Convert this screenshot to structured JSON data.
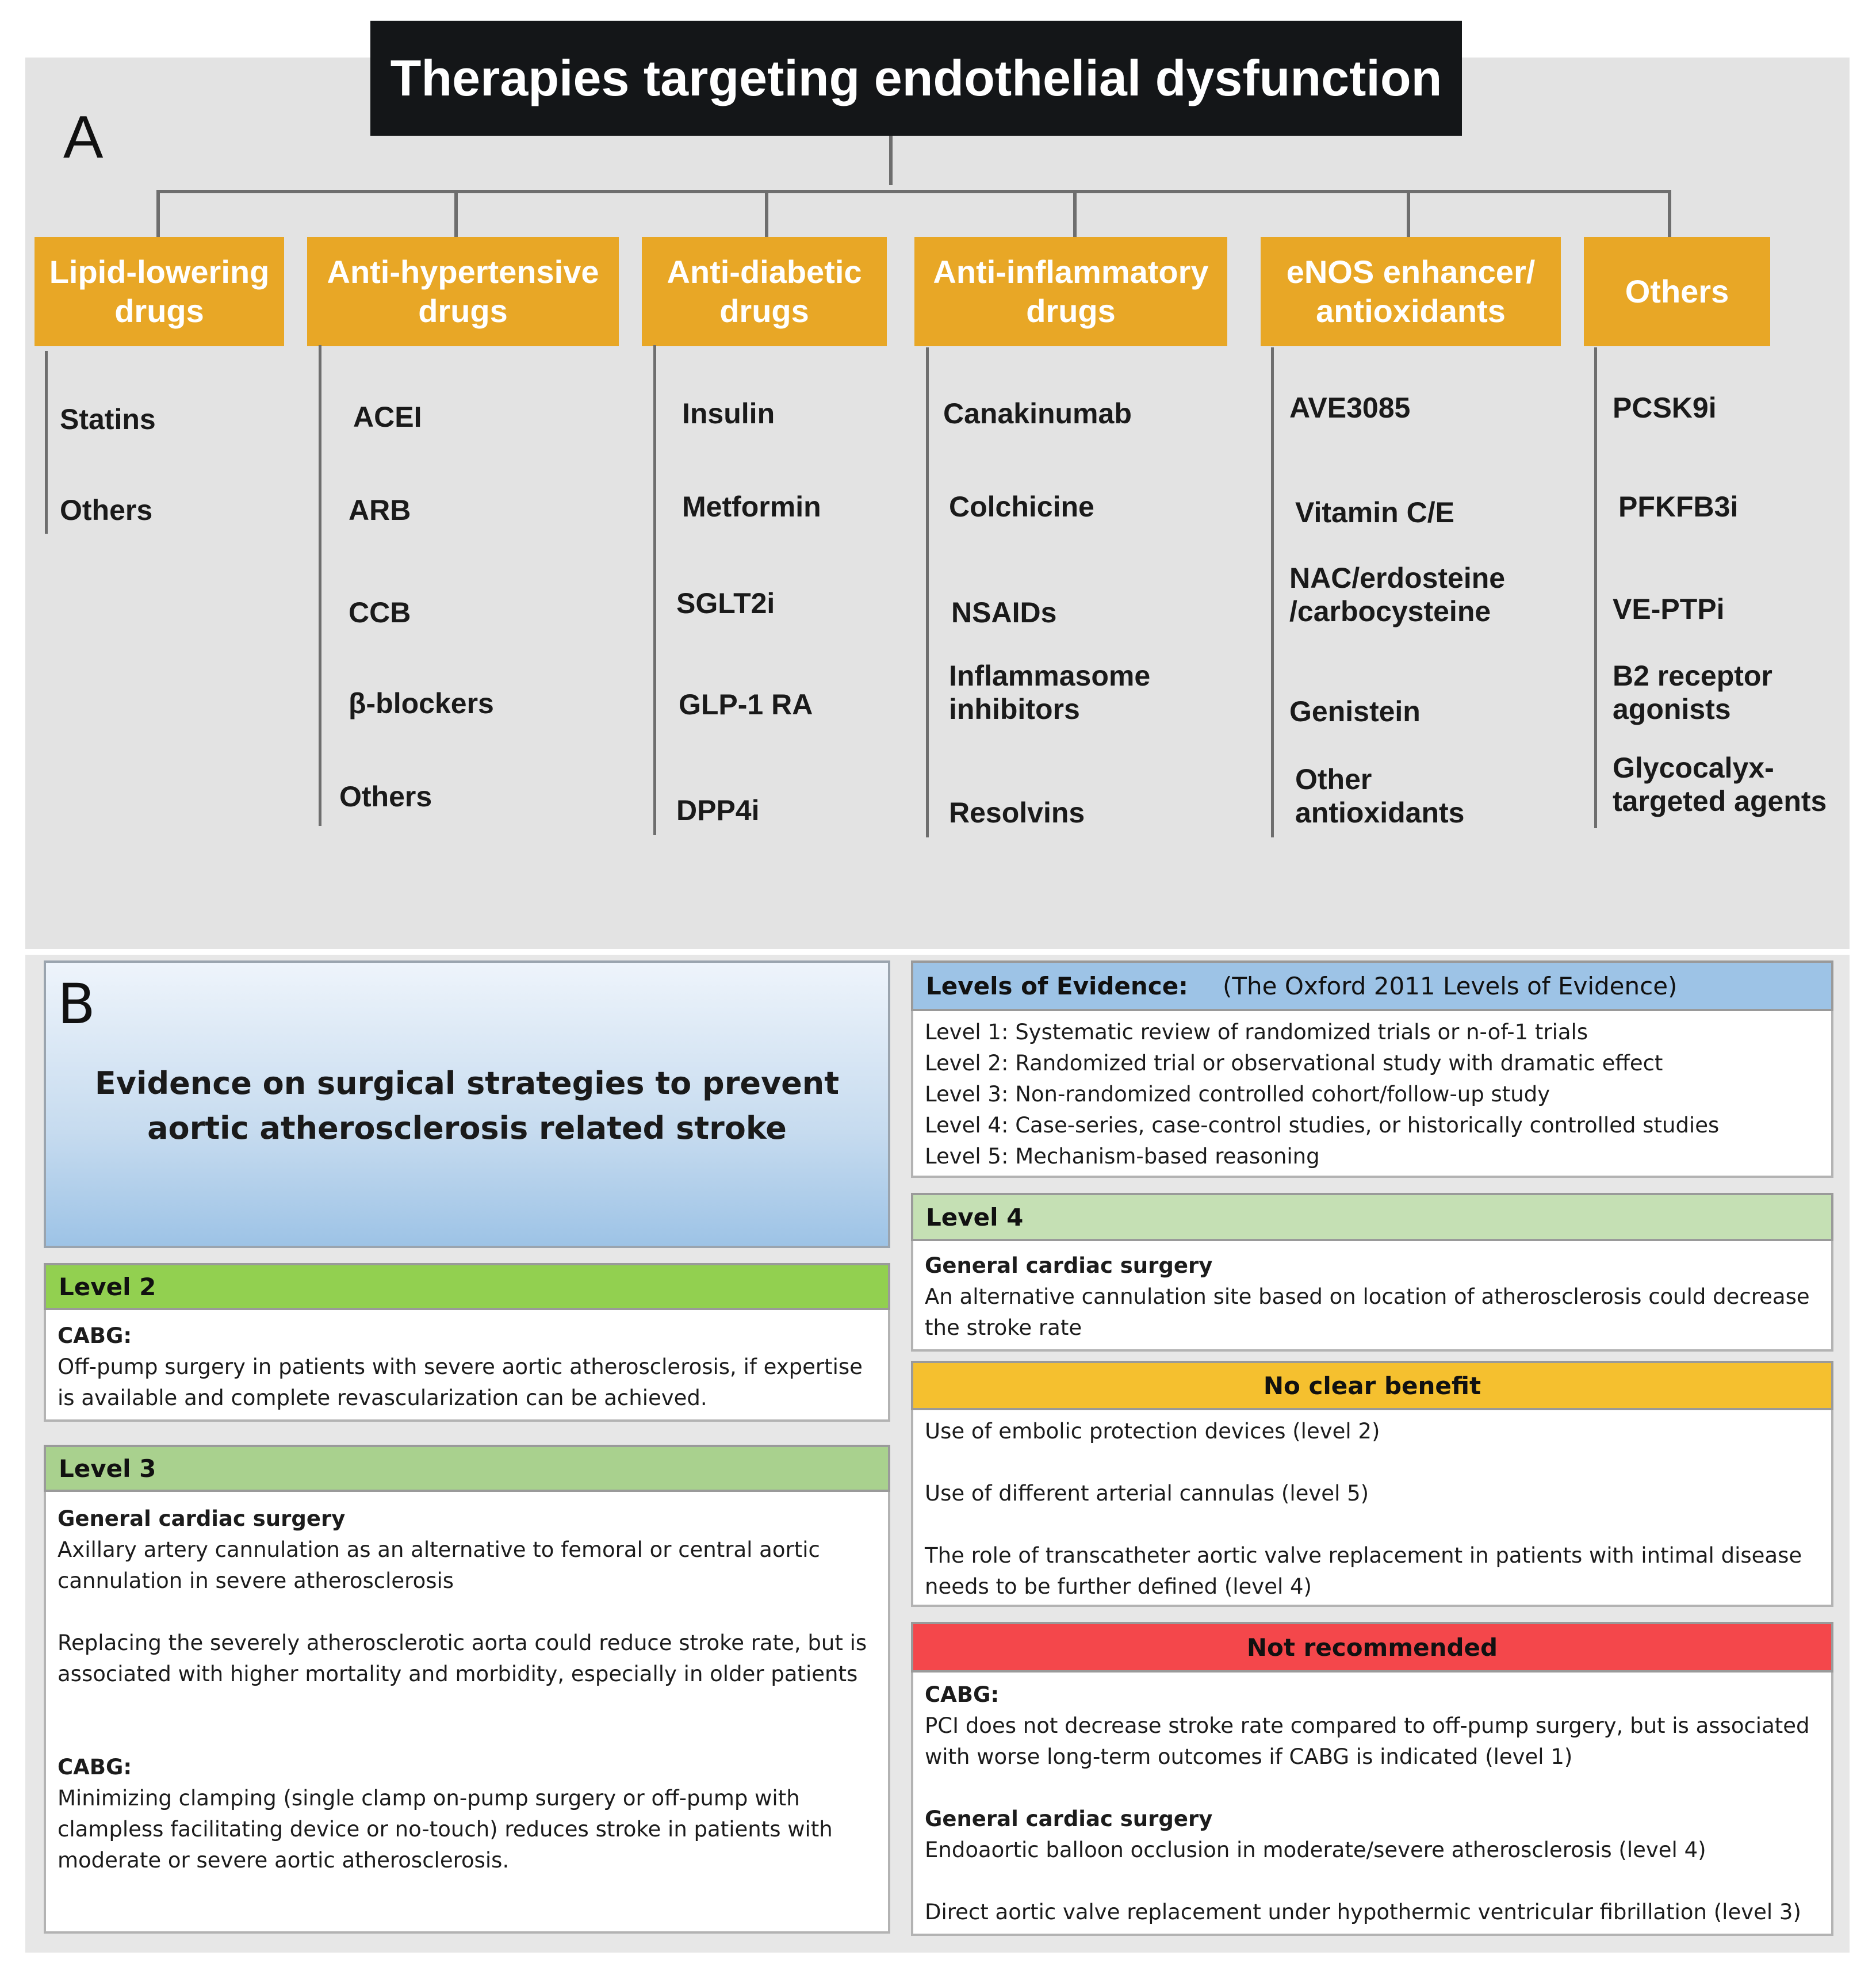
{
  "panel_a": {
    "letter": "A",
    "title": "Therapies targeting endothelial dysfunction",
    "categories": [
      {
        "label_lines": [
          "Lipid-lowering",
          "drugs"
        ],
        "items": [
          "Statins",
          "Others"
        ]
      },
      {
        "label_lines": [
          "Anti-hypertensive",
          "drugs"
        ],
        "items": [
          "ACEI",
          "ARB",
          "CCB",
          "β-blockers",
          "Others"
        ]
      },
      {
        "label_lines": [
          "Anti-diabetic",
          "drugs"
        ],
        "items": [
          "Insulin",
          "Metformin",
          "SGLT2i",
          "GLP-1 RA",
          "DPP4i"
        ]
      },
      {
        "label_lines": [
          "Anti-inflammatory",
          "drugs"
        ],
        "items": [
          "Canakinumab",
          "Colchicine",
          "NSAIDs",
          "Inflammasome\ninhibitors",
          "Resolvins"
        ]
      },
      {
        "label_lines": [
          "eNOS enhancer/",
          "antioxidants"
        ],
        "items": [
          "AVE3085",
          "Vitamin C/E",
          "NAC/erdosteine\n/carbocysteine",
          "Genistein",
          "Other\nantioxidants"
        ]
      },
      {
        "label_lines": [
          "Others"
        ],
        "items": [
          "PCSK9i",
          "PFKFB3i",
          "VE-PTPi",
          "B2 receptor\nagonists",
          "Glycocalyx-\ntargeted agents"
        ]
      }
    ]
  },
  "panel_b": {
    "letter": "B",
    "title_lines": [
      "Evidence on surgical strategies to prevent",
      "aortic atherosclerosis related stroke"
    ],
    "levels_of_evidence": {
      "heading": "Levels of Evidence:",
      "source": "(The Oxford 2011 Levels of Evidence)",
      "lines": [
        "Level 1: Systematic review of randomized trials or n-of-1 trials",
        "Level 2: Randomized trial or observational study with dramatic effect",
        "Level 3: Non-randomized controlled cohort/follow-up study",
        "Level 4: Case-series, case-control studies, or historically controlled studies",
        "Level 5: Mechanism-based reasoning"
      ]
    },
    "level2": {
      "heading": "Level 2",
      "subhead": "CABG:",
      "lines": [
        "Off-pump surgery in patients with severe aortic atherosclerosis, if expertise",
        "is available and complete revascularization can be achieved."
      ]
    },
    "level3": {
      "heading": "Level 3",
      "subhead1": "General cardiac surgery",
      "p1": [
        "Axillary artery cannulation as an alternative to femoral or central aortic",
        "cannulation in severe atherosclerosis"
      ],
      "p2": [
        "Replacing the severely atherosclerotic aorta could reduce stroke rate, but is",
        "associated with higher mortality and morbidity, especially in older patients"
      ],
      "subhead2": "CABG:",
      "p3": [
        "Minimizing clamping (single clamp on-pump surgery or off-pump with",
        "clampless facilitating device or no-touch) reduces stroke in patients with",
        "moderate or severe aortic atherosclerosis."
      ]
    },
    "level4": {
      "heading": "Level 4",
      "subhead": "General cardiac surgery",
      "lines": [
        "An alternative cannulation site based on location of atherosclerosis could decrease",
        "the stroke rate"
      ]
    },
    "no_clear_benefit": {
      "heading": "No clear benefit",
      "p1": "Use of embolic protection devices (level 2)",
      "p2": "Use of different arterial cannulas (level 5)",
      "p3": [
        "The role of transcatheter aortic valve replacement in patients with intimal disease",
        "needs to be further defined (level 4)"
      ]
    },
    "not_recommended": {
      "heading": "Not recommended",
      "subhead1": "CABG:",
      "p1": [
        "PCI does not decrease stroke rate compared to off-pump surgery, but is associated",
        "with worse long-term outcomes if CABG is indicated (level 1)"
      ],
      "subhead2": "General cardiac surgery",
      "p2": "Endoaortic balloon occlusion in moderate/severe atherosclerosis (level 4)",
      "p3": "Direct aortic valve replacement under hypothermic ventricular fibrillation (level 3)"
    },
    "colors": {
      "level2_head": "#92d050",
      "level3_head": "#a9d18e",
      "level4_head": "#c5e0b4",
      "no_benefit_head": "#f5c02f",
      "not_recommended_head": "#f4474b",
      "evidence_head": "#9dc3e6"
    }
  }
}
